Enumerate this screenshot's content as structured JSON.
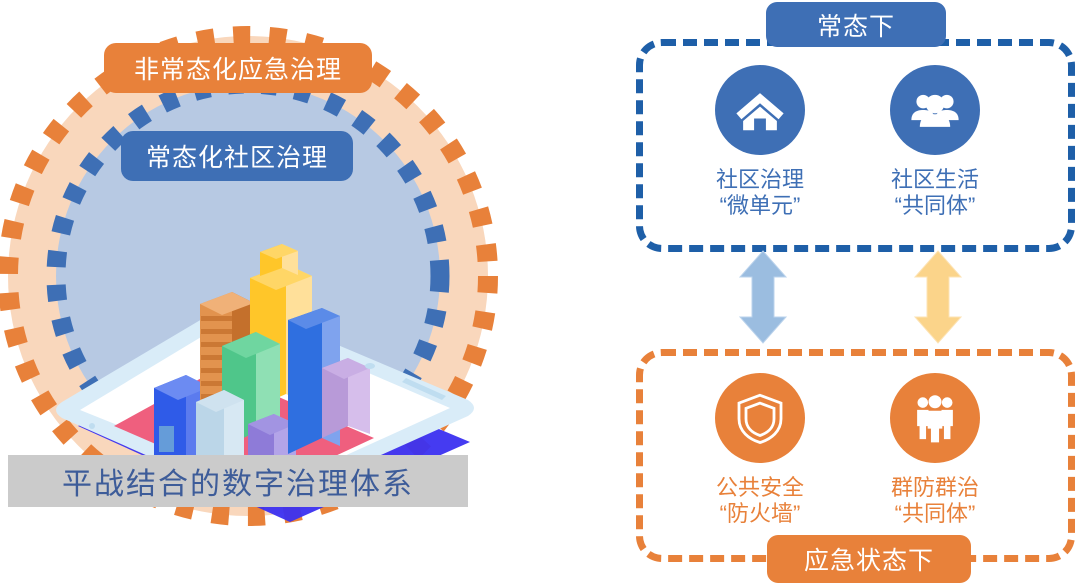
{
  "left": {
    "outer_ring_label": "非常态化应急治理",
    "inner_ring_label": "常态化社区治理",
    "title": "平战结合的数字治理体系",
    "colors": {
      "orange": "#E8813A",
      "blue": "#3E6FB5",
      "outer_ring_fill": "#F9D7BC",
      "inner_ring_fill": "#B7C9E3",
      "title_banner": "#CBCBCB",
      "title_text": "#3D5C99"
    },
    "illustration": {
      "name": "isometric-tablet-with-city-buildings",
      "platform_color": "#EF5F7E",
      "device_color": "#D9ECF8",
      "device_shadow_color": "#3B30F0",
      "buildings": [
        {
          "name": "blue-tower",
          "color": "#2F5BE8"
        },
        {
          "name": "orange-striped-tower",
          "color": "#E2934E"
        },
        {
          "name": "yellow-tower",
          "color": "#FFC629"
        },
        {
          "name": "green-tower",
          "color": "#4FC68A"
        },
        {
          "name": "light-blue-tower",
          "color": "#BBD6E8"
        },
        {
          "name": "purple-block",
          "color": "#8E7BD8"
        },
        {
          "name": "deep-blue-tower",
          "color": "#2F6FE0"
        },
        {
          "name": "lavender-block",
          "color": "#B89AD8"
        }
      ]
    }
  },
  "right": {
    "normal_state": {
      "badge": "常态下",
      "border_color": "#1E5FA8",
      "accent": "#3E6FB5",
      "items": [
        {
          "icon": "house-icon",
          "line1": "社区治理",
          "line2": "“微单元”"
        },
        {
          "icon": "people-group-icon",
          "line1": "社区生活",
          "line2": "“共同体”"
        }
      ]
    },
    "emergency_state": {
      "badge": "应急状态下",
      "border_color": "#E8813A",
      "accent": "#E8813A",
      "items": [
        {
          "icon": "shield-icon",
          "line1": "公共安全",
          "line2": "“防火墙”"
        },
        {
          "icon": "people-standing-icon",
          "line1": "群防群治",
          "line2": "“共同体”"
        }
      ]
    },
    "connectors": [
      {
        "name": "arrow-left-updown",
        "color": "#9BBDE0",
        "direction": "up-down"
      },
      {
        "name": "arrow-right-updown",
        "color": "#FBD48A",
        "direction": "up-down"
      }
    ]
  }
}
